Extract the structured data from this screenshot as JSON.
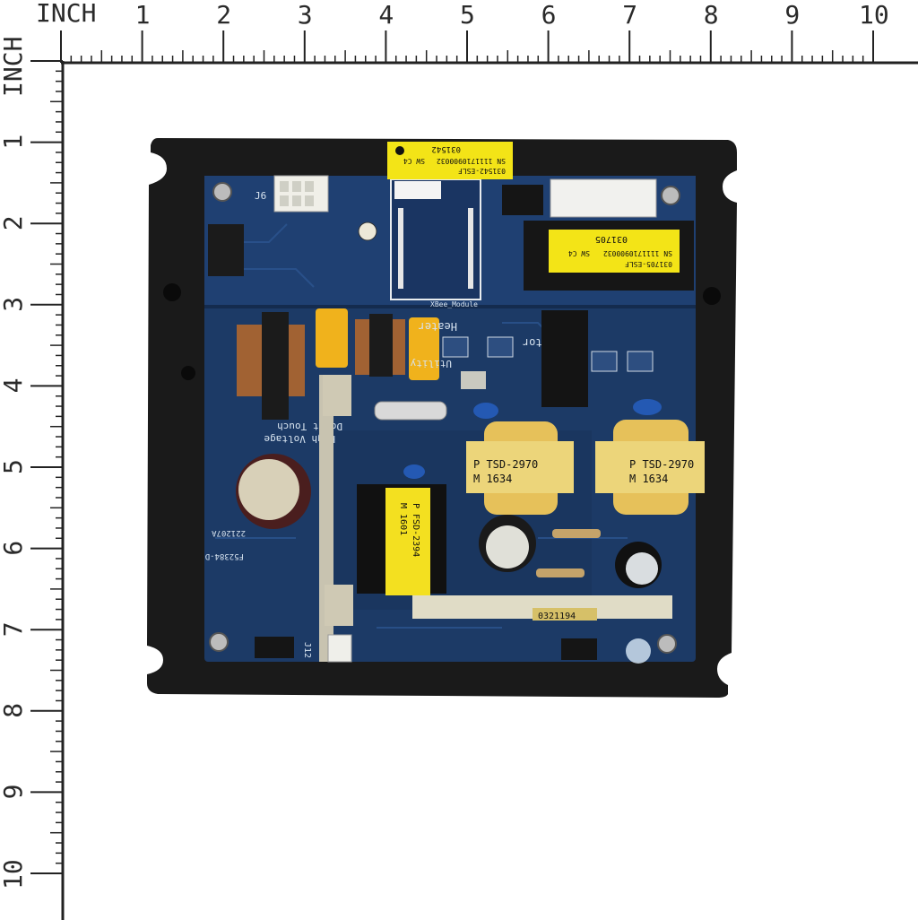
{
  "ruler": {
    "unit_label": "INCH",
    "top_numbers": [
      "1",
      "2",
      "3",
      "4",
      "5",
      "6",
      "7",
      "8",
      "9",
      "10"
    ],
    "left_numbers": [
      "1",
      "2",
      "3",
      "4",
      "5",
      "6",
      "7",
      "8",
      "9",
      "10"
    ]
  },
  "labels": {
    "top_label": {
      "part": "031542",
      "sub": "031542-ESLF",
      "serial": "SN 1111710900032",
      "sw": "SW C4"
    },
    "right_label": {
      "part": "031705",
      "sub": "031705-ESLF",
      "serial": "SN 1111710900032",
      "sw": "SW C4"
    }
  },
  "silkscreen": {
    "heater": "Heater",
    "generator": "Generator",
    "utility": "Utility",
    "high_voltage": "High Voltage",
    "dont_touch": "Don't Touch",
    "xbee": "XBee_Module",
    "connector_top": "J6",
    "connector_bottom": "J12",
    "board_code": "F52384-D",
    "board_code2": "221207A",
    "barcode_small": "0321194"
  },
  "components": {
    "transformer_1": {
      "line1": "P TSD-2970",
      "line2": "M 1634"
    },
    "transformer_2": {
      "line1": "P TSD-2970",
      "line2": "M 1634"
    },
    "transformer_small": {
      "line1": "P FSD-2394",
      "line2": "M 1601"
    }
  },
  "colors": {
    "pcb": "#1c3a66",
    "pcb_dark": "#142b4e",
    "frame": "#1a1a1a",
    "label_yellow": "#f3e417",
    "cap_orange": "#f0b21c",
    "transformer_yellow": "#ecd57a"
  }
}
